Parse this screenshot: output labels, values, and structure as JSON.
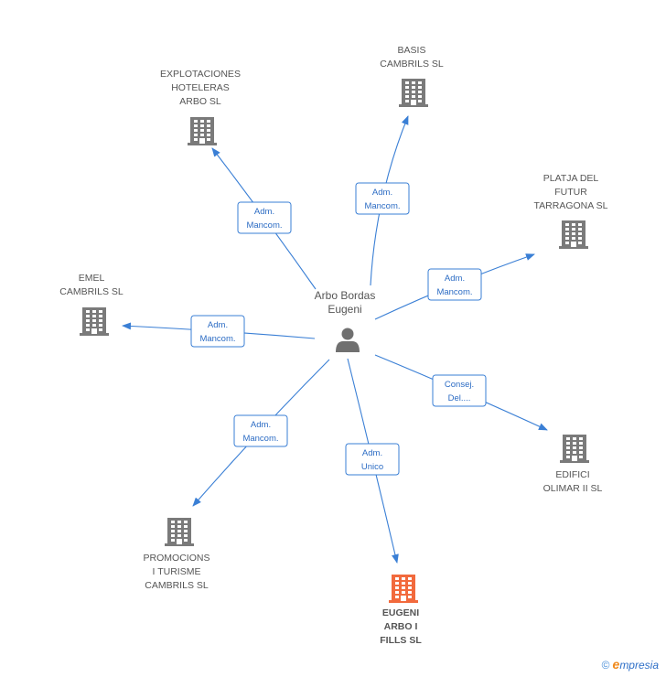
{
  "colors": {
    "edge": "#3a7fd5",
    "edge_text": "#2c6cc4",
    "building": "#7a7a7a",
    "building_highlight": "#f26a3d",
    "person": "#707070"
  },
  "center": {
    "name_lines": [
      "Arbo Bordas",
      "Eugeni"
    ],
    "icon": "person-icon"
  },
  "nodes": [
    {
      "id": "explotaciones",
      "lines": [
        "EXPLOTACIONES",
        "HOTELERAS",
        "ARBO SL"
      ],
      "icon": "building-icon",
      "highlight": false
    },
    {
      "id": "basis",
      "lines": [
        "BASIS",
        "CAMBRILS SL"
      ],
      "icon": "building-icon",
      "highlight": false
    },
    {
      "id": "platja",
      "lines": [
        "PLATJA DEL",
        "FUTUR",
        "TARRAGONA SL"
      ],
      "icon": "building-icon",
      "highlight": false
    },
    {
      "id": "emel",
      "lines": [
        "EMEL",
        "CAMBRILS SL"
      ],
      "icon": "building-icon",
      "highlight": false
    },
    {
      "id": "edifici",
      "lines": [
        "EDIFICI",
        "OLIMAR II SL"
      ],
      "icon": "building-icon",
      "highlight": false
    },
    {
      "id": "promocions",
      "lines": [
        "PROMOCIONS",
        "I TURISME",
        "CAMBRILS SL"
      ],
      "icon": "building-icon",
      "highlight": false
    },
    {
      "id": "eugeni",
      "lines": [
        "EUGENI",
        "ARBO I",
        "FILLS SL"
      ],
      "icon": "building-icon",
      "highlight": true
    }
  ],
  "edges": [
    {
      "to": "explotaciones",
      "label_lines": [
        "Adm.",
        "Mancom."
      ]
    },
    {
      "to": "basis",
      "label_lines": [
        "Adm.",
        "Mancom."
      ]
    },
    {
      "to": "platja",
      "label_lines": [
        "Adm.",
        "Mancom."
      ]
    },
    {
      "to": "emel",
      "label_lines": [
        "Adm.",
        "Mancom."
      ]
    },
    {
      "to": "edifici",
      "label_lines": [
        "Consej.",
        "Del...."
      ]
    },
    {
      "to": "promocions",
      "label_lines": [
        "Adm.",
        "Mancom."
      ]
    },
    {
      "to": "eugeni",
      "label_lines": [
        "Adm.",
        "Unico"
      ]
    }
  ],
  "footer": {
    "copyright": "©",
    "brand_initial": "e",
    "brand_rest": "mpresia"
  }
}
